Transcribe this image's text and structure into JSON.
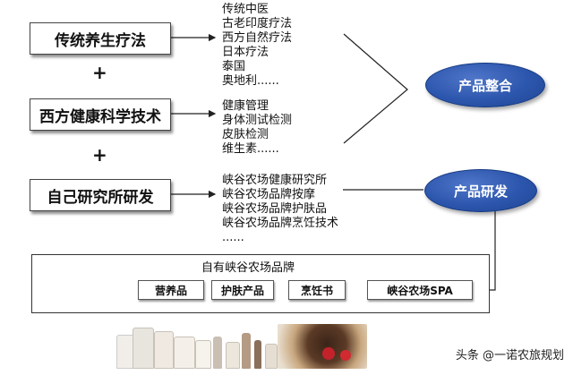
{
  "sources": [
    {
      "label": "传统养生疗法"
    },
    {
      "label": "西方健康科学技术"
    },
    {
      "label": "自己研究所研发"
    }
  ],
  "plus_sign": "+",
  "lists": {
    "traditional": [
      "传统中医",
      "古老印度疗法",
      "西方自然疗法",
      "日本疗法",
      "泰国",
      "奥地利......"
    ],
    "western": [
      "健康管理",
      "身体测试检测",
      "皮肤检测",
      "维生素......"
    ],
    "institute": [
      "峡谷农场健康研究所",
      "峡谷农场品牌按摩",
      "峡谷农场品牌护肤品",
      "峡谷农场品牌烹饪技术",
      "......"
    ]
  },
  "outcomes": {
    "integration": "产品整合",
    "development": "产品研发"
  },
  "brand_frame": {
    "title": "自有峡谷农场品牌",
    "chain": [
      "营养品",
      "护肤产品",
      "烹饪书",
      "峡谷农场SPA"
    ]
  },
  "watermark": "头条 @一诺农旅规划",
  "colors": {
    "ellipse": "#2c56ad",
    "line": "#222222",
    "box_border": "#444444"
  }
}
